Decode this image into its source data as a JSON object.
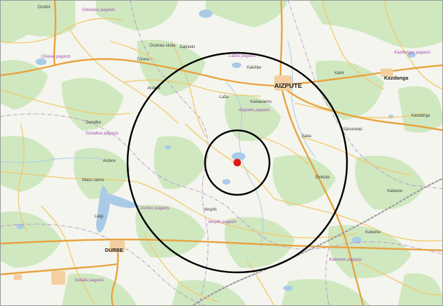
{
  "map": {
    "colors": {
      "background": "#f4f5ee",
      "forest": "#cfe8c0",
      "water": "#a9cbe8",
      "main_road": "#e8a23e",
      "minor_road": "#f2c96a",
      "railway": "#8a8a8a",
      "parish_border": "#b07ec8",
      "rings": "#000000",
      "marker": "#e01818"
    },
    "marker": {
      "name": "location-marker"
    },
    "labels": {
      "aizpute": "AIZPUTE",
      "durbe": "DURBE",
      "kazdanga": "Kazdanga",
      "gaviezes_pagasts": "Gaviezes pagasts",
      "ozoles_skola": "Ozolnes skola",
      "zaliniekti": "Zaļinieki",
      "ozolini": "Ozolini",
      "aistere": "Aistere",
      "mazu_ciems": "Mazu ciems",
      "kalvene": "Kalvene",
      "vecpils": "Vecpils",
      "vecpils_pagasts": "Vecpils pagasts",
      "durbes_pagasts": "Durbes pagasts",
      "tadaiku_pagasts": "Tadaiķu pagasts",
      "kalvenes_pagasts": "Kalvenes pagasts",
      "aizputes_pagasts": "Aizputes pagasts",
      "kazdangas_pagasts": "Kazdangas pagasts",
      "dunalkas_pagasts": "Dunalkas pagasts",
      "dunalka": "Dunalka",
      "lieģi": "Lieģi",
      "aisteres": "Aistere",
      "kalvene_village": "Kalvene",
      "laza": "Laža",
      "kaluni": "Kalni",
      "kakiskes": "Kakišķe",
      "kalnaciems": "Kalnaciems",
      "cirava": "Cīrava",
      "cirava_pagasts": "Cīravas pagasts",
      "lazas_pagasts": "Lažas pagasts",
      "sarcenieki": "Sārcenieki",
      "sakas": "Saka",
      "embute": "Embūte",
      "kazdangas_village": "Kazdanga"
    }
  }
}
